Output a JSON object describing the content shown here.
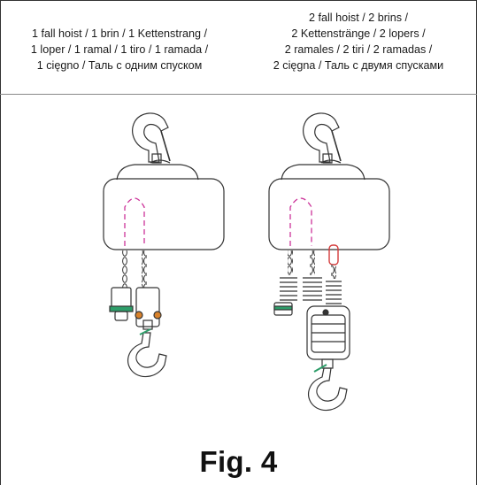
{
  "figure": {
    "title": "Fig. 4",
    "left_panel": {
      "caption_lines": [
        "1 fall hoist / 1 brin / 1 Kettenstrang /",
        "1 loper / 1 ramal / 1 tiro / 1 ramada /",
        "1 cięgno / Таль с одним спуском"
      ]
    },
    "right_panel": {
      "caption_lines": [
        "2 fall hoist / 2 brins /",
        "2 Kettenstränge / 2 lopers /",
        "2 ramales / 2 tiri / 2 ramadas /",
        "2 cięgna / Таль с двумя спусками"
      ]
    }
  },
  "colors": {
    "line": "#333333",
    "chain_path": "#cc3399",
    "accent_green": "#2e9e6a",
    "accent_orange": "#d9822b",
    "accent_red": "#d43b3b"
  }
}
